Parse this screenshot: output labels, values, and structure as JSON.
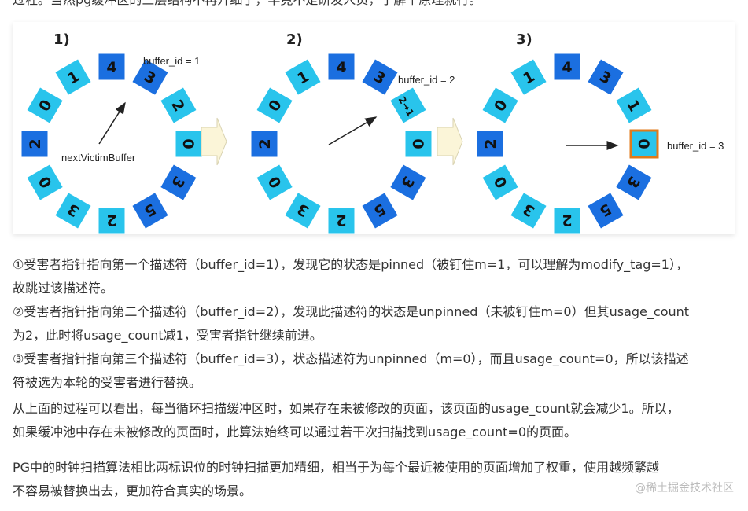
{
  "intro_cut_text": "过程。当然pg缓冲区的三层结构不再升细了，毕竟不是研发人员，了解个原理就行。",
  "figure": {
    "panel_labels": [
      "1)",
      "2)",
      "3)"
    ],
    "panel1": {
      "buffer_label": "buffer_id = 1",
      "pointer_label": "nextVictimBuffer",
      "counts": [
        "4",
        "3",
        "2",
        "0",
        "3",
        "5",
        "2",
        "3",
        "0",
        "2",
        "0",
        "1"
      ]
    },
    "panel2": {
      "buffer_label": "buffer_id = 2",
      "counts": [
        "4",
        "3",
        "2→1",
        "0",
        "3",
        "5",
        "2",
        "3",
        "0",
        "2",
        "0",
        "1"
      ]
    },
    "panel3": {
      "buffer_label": "buffer_id = 3",
      "counts": [
        "4",
        "3",
        "1",
        "0",
        "3",
        "5",
        "2",
        "3",
        "0",
        "2",
        "0",
        "1"
      ]
    },
    "colors": {
      "dark_blue": "#1b6fe0",
      "light_cyan": "#29c4ec",
      "highlight_border": "#e07a1a",
      "arrow_fill": "#fbf5d8"
    }
  },
  "paragraph1": {
    "line1": "①受害者指针指向第一个描述符（buffer_id=1），发现它的状态是pinned（被钉住m=1，可以理解为modify_tag=1），",
    "line2": "故跳过该描述符。",
    "line3": "②受害者指针指向第二个描述符（buffer_id=2），发现此描述符的状态是unpinned（未被钉住m=0）但其usage_count",
    "line4": "为2，此时将usage_count减1，受害者指针继续前进。",
    "line5": "③受害者指针指向第三个描述符（buffer_id=3），状态描述符为unpinned（m=0），而且usage_count=0，所以该描述",
    "line6": "符被选为本轮的受害者进行替换。"
  },
  "paragraph2": {
    "line1": "从上面的过程可以看出，每当循环扫描缓冲区时，如果存在未被修改的页面，该页面的usage_count就会减少1。所以，",
    "line2": "如果缓冲池中存在未被修改的页面时，此算法始终可以通过若干次扫描找到usage_count=0的页面。"
  },
  "paragraph3": {
    "line1": "PG中的时钟扫描算法相比两标识位的时钟扫描更加精细，相当于为每个最近被使用的页面增加了权重，使用越频繁越",
    "line2": "不容易被替换出去，更加符合真实的场景。"
  },
  "watermark": "@稀土掘金技术社区"
}
